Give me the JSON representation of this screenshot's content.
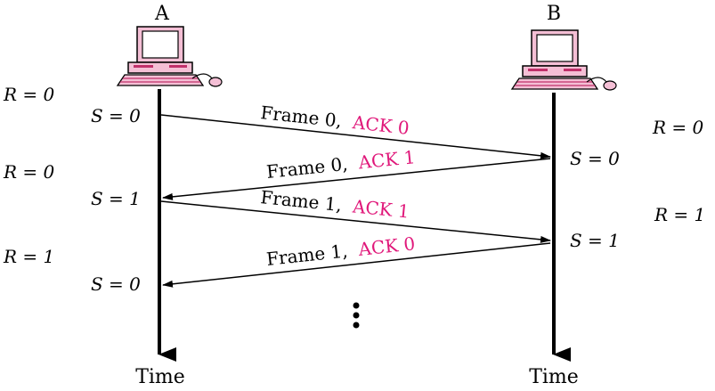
{
  "stations": {
    "a": {
      "label": "A",
      "axis_label": "Time"
    },
    "b": {
      "label": "B",
      "axis_label": "Time"
    }
  },
  "a_states": [
    {
      "r": "R = 0",
      "s": "S = 0"
    },
    {
      "r": "R = 0",
      "s": "S = 1"
    },
    {
      "r": "R = 1",
      "s": "S = 0"
    }
  ],
  "b_states": [
    {
      "r": "R = 0",
      "s": "S = 0"
    },
    {
      "r": "R = 1",
      "s": "S = 1"
    }
  ],
  "messages": [
    {
      "frame": "Frame 0,",
      "ack": "ACK 0",
      "direction": "A-to-B"
    },
    {
      "frame": "Frame 0,",
      "ack": "ACK 1",
      "direction": "B-to-A"
    },
    {
      "frame": "Frame 1,",
      "ack": "ACK 1",
      "direction": "A-to-B"
    },
    {
      "frame": "Frame 1,",
      "ack": "ACK 0",
      "direction": "B-to-A"
    }
  ],
  "continuation": "⋮",
  "colors": {
    "line": "#000000",
    "ack": "#e0187a",
    "computer_fill": "#f4bfd5",
    "computer_dark": "#c0306a"
  }
}
